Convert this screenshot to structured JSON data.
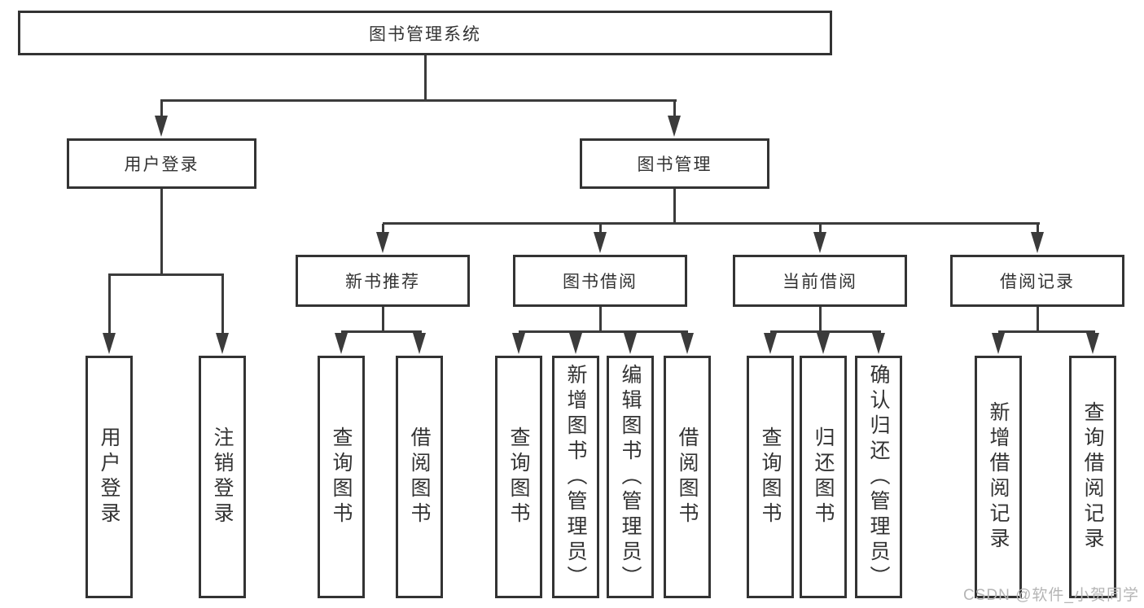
{
  "diagram": {
    "root": {
      "label": "图书管理系统"
    },
    "branches": {
      "user_login": {
        "label": "用户登录"
      },
      "book_mgmt": {
        "label": "图书管理"
      }
    },
    "modules": {
      "new_books": {
        "label": "新书推荐"
      },
      "book_borrow": {
        "label": "图书借阅"
      },
      "current_borrow": {
        "label": "当前借阅"
      },
      "borrow_records": {
        "label": "借阅记录"
      }
    },
    "leaves": {
      "user_login": [
        "用户登录",
        "注销登录"
      ],
      "new_books": [
        "查询图书",
        "借阅图书"
      ],
      "book_borrow": [
        "查询图书",
        "新增图书（管理员）",
        "编辑图书（管理员）",
        "借阅图书"
      ],
      "current_borrow": [
        "查询图书",
        "归还图书",
        "确认归还（管理员）"
      ],
      "borrow_records": [
        "新增借阅记录",
        "查询借阅记录"
      ]
    }
  },
  "watermark": {
    "text": "CSDN @软件_小贺同学"
  },
  "colors": {
    "line": "#3b3b3b",
    "box_border": "#333333",
    "text": "#333333",
    "watermark": "#b5b5b5",
    "background": "#ffffff"
  }
}
